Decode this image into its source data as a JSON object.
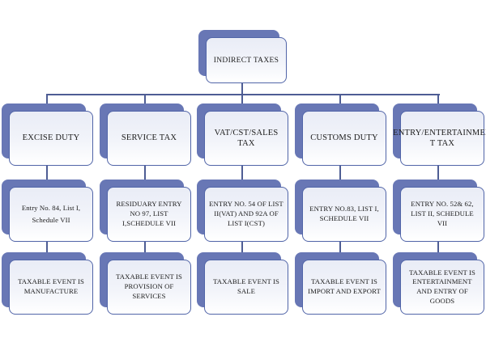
{
  "diagram": {
    "root": {
      "label": "INDIRECT TAXES"
    },
    "branches": [
      {
        "title": "EXCISE DUTY",
        "entry": "Entry No. 84, List I, Schedule VII",
        "event": "TAXABLE EVENT IS MANUFACTURE"
      },
      {
        "title": "SERVICE TAX",
        "entry": "RESIDUARY ENTRY NO 97, LIST I,SCHEDULE VII",
        "event": "TAXABLE EVENT IS PROVISION OF SERVICES"
      },
      {
        "title": "VAT/CST/SALES TAX",
        "entry": "ENTRY NO. 54 OF LIST II(VAT) AND 92A OF LIST I(CST)",
        "event": "TAXABLE EVENT IS SALE"
      },
      {
        "title": "CUSTOMS DUTY",
        "entry": "ENTRY NO.83, LIST I, SCHEDULE VII",
        "event": "TAXABLE EVENT IS IMPORT AND EXPORT"
      },
      {
        "title": "ENTRY/ENTERTAINMENT TAX",
        "entry": "ENTRY NO. 52& 62, LIST II, SCHEDULE VII",
        "event": "TAXABLE EVENT IS ENTERTAINMENT AND ENTRY OF GOODS"
      }
    ],
    "colors": {
      "shadow_fill": "#6877b5",
      "box_border": "#5165a8",
      "box_fill": "#e9ecf6",
      "connector": "#4e5d94",
      "text": "#1c1c1c"
    }
  }
}
